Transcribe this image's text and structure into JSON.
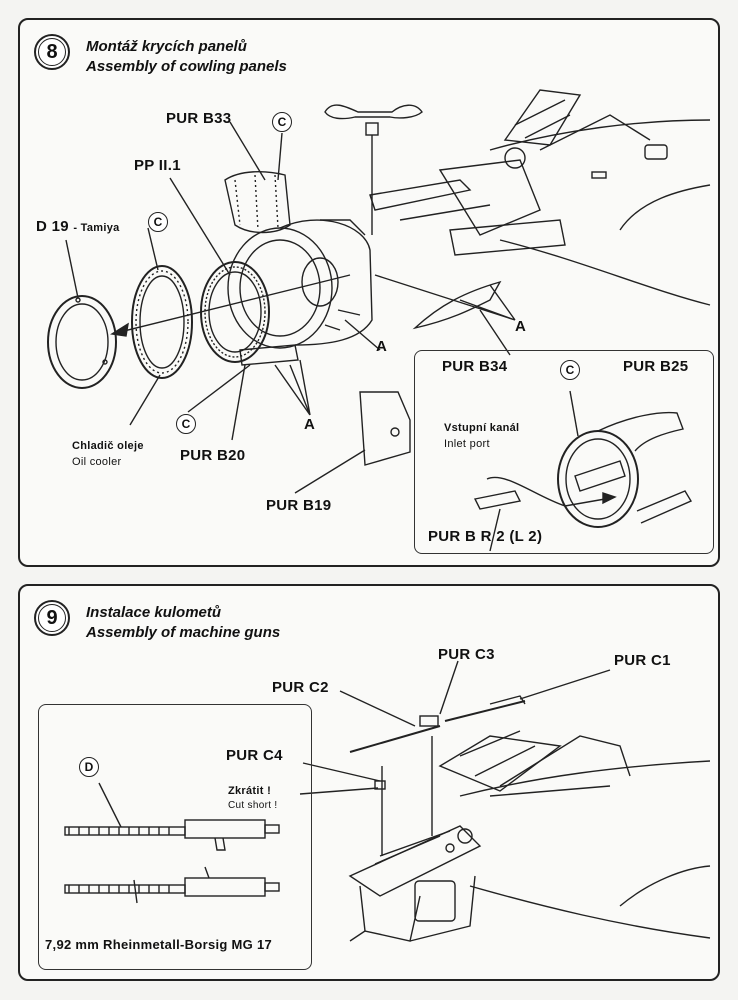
{
  "step8": {
    "number": "8",
    "title_cz": "Montáž krycích panelů",
    "title_en": "Assembly of cowling panels",
    "labels": {
      "pur_b33": "PUR B33",
      "pp_ii1": "PP II.1",
      "d19": "D 19",
      "d19_note": "- Tamiya",
      "c": "C",
      "a": "A",
      "pur_b34": "PUR B34",
      "pur_b25": "PUR B25",
      "vstupni_kanal": "Vstupní kanál",
      "inlet_port": "Inlet port",
      "chladic_oleje": "Chladič oleje",
      "oil_cooler": "Oil cooler",
      "pur_b20": "PUR B20",
      "pur_b19": "PUR B19",
      "pur_br2": "PUR B R 2 (L 2)"
    }
  },
  "step9": {
    "number": "9",
    "title_cz": "Instalace kulometů",
    "title_en": "Assembly of machine guns",
    "labels": {
      "pur_c3": "PUR C3",
      "pur_c1": "PUR C1",
      "pur_c2": "PUR C2",
      "pur_c4": "PUR C4",
      "zkratit": "Zkrátit !",
      "cut_short": "Cut short !",
      "d": "D",
      "mg_caption": "7,92 mm Rheinmetall-Borsig MG 17"
    }
  }
}
